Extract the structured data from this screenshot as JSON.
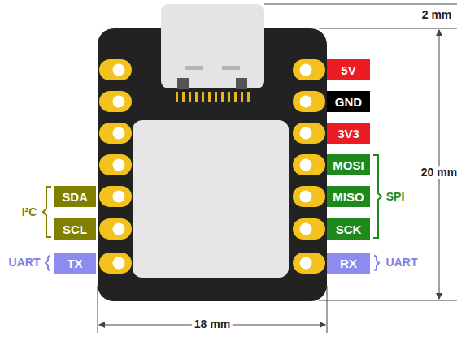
{
  "diagram": {
    "nodes": [
      {
        "text": [
          "5V"
        ]
      },
      {
        "text": [
          "GND"
        ]
      },
      {
        "text": [
          "3V3"
        ]
      },
      {
        "text": [
          "MOSI"
        ]
      },
      {
        "text": [
          "SDA"
        ]
      },
      {
        "text": [
          "MISO"
        ]
      },
      {
        "text": [
          "SCL"
        ]
      },
      {
        "text": [
          "SCK"
        ]
      },
      {
        "text": [
          "TX"
        ]
      },
      {
        "text": [
          "RX"
        ]
      }
    ],
    "labels": [
      "2 mm",
      "20 mm",
      "18 mm",
      "I²C",
      "SPI",
      "UART",
      "UART"
    ]
  }
}
